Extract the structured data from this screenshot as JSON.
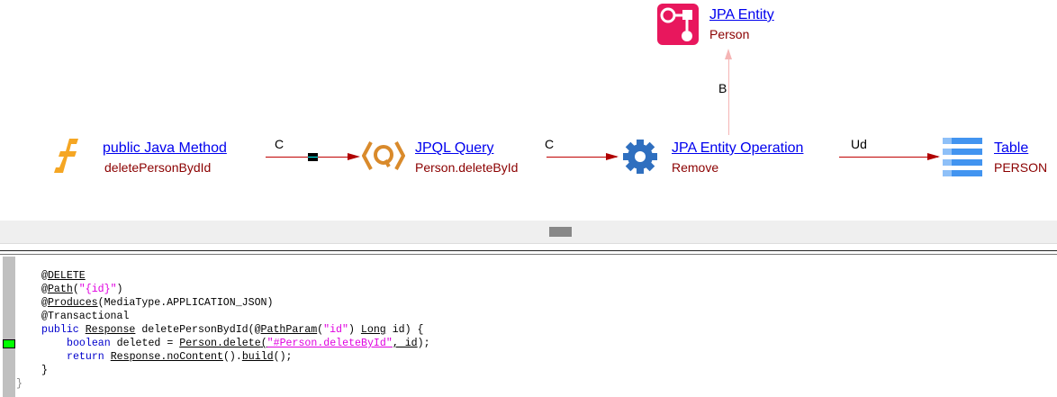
{
  "nodes": {
    "java_method": {
      "title": " public Java Method",
      "subtitle": "deletePersonBydId",
      "icon": "function-icon"
    },
    "jpql_query": {
      "title": "JPQL Query",
      "subtitle": "Person.deleteById",
      "icon": "query-icon"
    },
    "jpa_operation": {
      "title": "JPA Entity Operation",
      "subtitle": "Remove",
      "icon": "gear-icon"
    },
    "table": {
      "title": "Table",
      "subtitle": "PERSON",
      "icon": "table-icon"
    },
    "jpa_entity": {
      "title": "JPA Entity",
      "subtitle": "Person",
      "icon": "entity-icon"
    }
  },
  "edges": {
    "method_to_query": "C",
    "query_to_operation": "C",
    "operation_to_table": "Ud",
    "operation_to_entity": "B"
  },
  "code": {
    "l1a": "@",
    "l1b": "DELETE",
    "l2a": "@",
    "l2b": "Path",
    "l2c": "(",
    "l2d": "\"{id}\"",
    "l2e": ")",
    "l3a": "@",
    "l3b": "Produces",
    "l3c": "(MediaType.APPLICATION_JSON)",
    "l4": "@Transactional",
    "l5a": "public",
    "l5b": "Response",
    "l5c": " deletePersonBydId(@",
    "l5d": "PathParam",
    "l5e": "(",
    "l5f": "\"id\"",
    "l5g": ") ",
    "l5h": "Long",
    "l5i": " id) {",
    "l6a": "boolean",
    "l6b": " deleted = ",
    "l6c": "Person.delete",
    "l6d": "(",
    "l6e": "\"#Person.deleteById\"",
    "l6f": ", id",
    "l6g": ");",
    "l7a": "return",
    "l7b": "Response.noContent",
    "l7c": "().",
    "l7d": "build",
    "l7e": "();",
    "l8": "}",
    "l9": "}"
  }
}
